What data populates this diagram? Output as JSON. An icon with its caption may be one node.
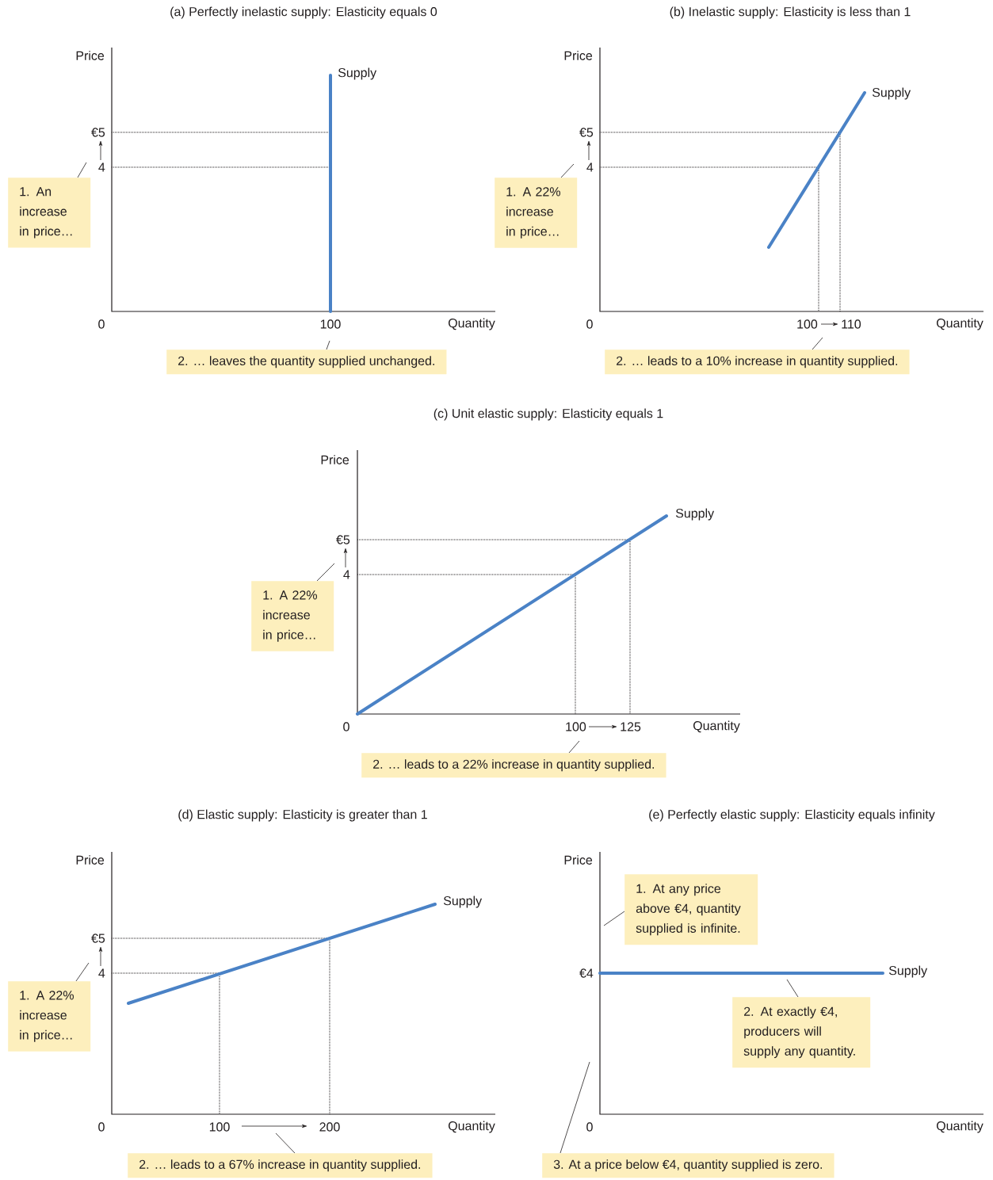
{
  "diagram": {
    "nodes": [
      {
        "text": [
          "1. An increase in price…"
        ]
      },
      {
        "text": [
          "2. … leaves the quantity supplied unchanged."
        ]
      },
      {
        "text": [
          "1. A 22% increase in price…"
        ]
      },
      {
        "text": [
          "2. … leads to a 10% increase in quantity supplied."
        ]
      },
      {
        "text": [
          "1. A 22% increase in price…"
        ]
      },
      {
        "text": [
          "2. … leads to a 22% increase in quantity supplied."
        ]
      },
      {
        "text": [
          "1. A 22% increase in price…"
        ]
      },
      {
        "text": [
          "2. … leads to a 67% increase in quantity supplied."
        ]
      },
      {
        "text": [
          "1. At any price above €4, quantity supplied is infinite."
        ]
      },
      {
        "text": [
          "2. At exactly €4, producers will supply any quantity."
        ]
      },
      {
        "text": [
          "3. At a price below €4, quantity supplied is zero."
        ]
      }
    ],
    "edges": [
      {
        "from": 0,
        "to": null,
        "arrow": "none"
      },
      {
        "from": 1,
        "to": null,
        "arrow": "none"
      },
      {
        "from": 2,
        "to": null,
        "arrow": "none"
      },
      {
        "from": 3,
        "to": null,
        "arrow": "none"
      },
      {
        "from": 4,
        "to": null,
        "arrow": "none"
      },
      {
        "from": 5,
        "to": null,
        "arrow": "none"
      },
      {
        "from": 6,
        "to": null,
        "arrow": "none"
      },
      {
        "from": 7,
        "to": null,
        "arrow": "none"
      },
      {
        "from": 8,
        "to": null,
        "arrow": "none"
      },
      {
        "from": 9,
        "to": null,
        "arrow": "none"
      },
      {
        "from": 10,
        "to": null,
        "arrow": "none"
      }
    ],
    "labels": [
      "(a) Perfectly inelastic supply: Elasticity equals 0",
      "Price",
      "Supply",
      "€5",
      "4",
      "0",
      "100",
      "Quantity",
      "(b) Inelastic supply: Elasticity is less than 1",
      "Price",
      "Supply",
      "€5",
      "4",
      "0",
      "100",
      "110",
      "Quantity",
      "(c) Unit elastic supply: Elasticity equals 1",
      "Price",
      "Supply",
      "€5",
      "4",
      "0",
      "100",
      "125",
      "Quantity",
      "(d) Elastic supply: Elasticity is greater than 1",
      "Price",
      "Supply",
      "€5",
      "4",
      "0",
      "100",
      "200",
      "Quantity",
      "(e) Perfectly elastic supply: Elasticity equals infinity",
      "Price",
      "€4",
      "Supply",
      "0",
      "Quantity"
    ]
  }
}
